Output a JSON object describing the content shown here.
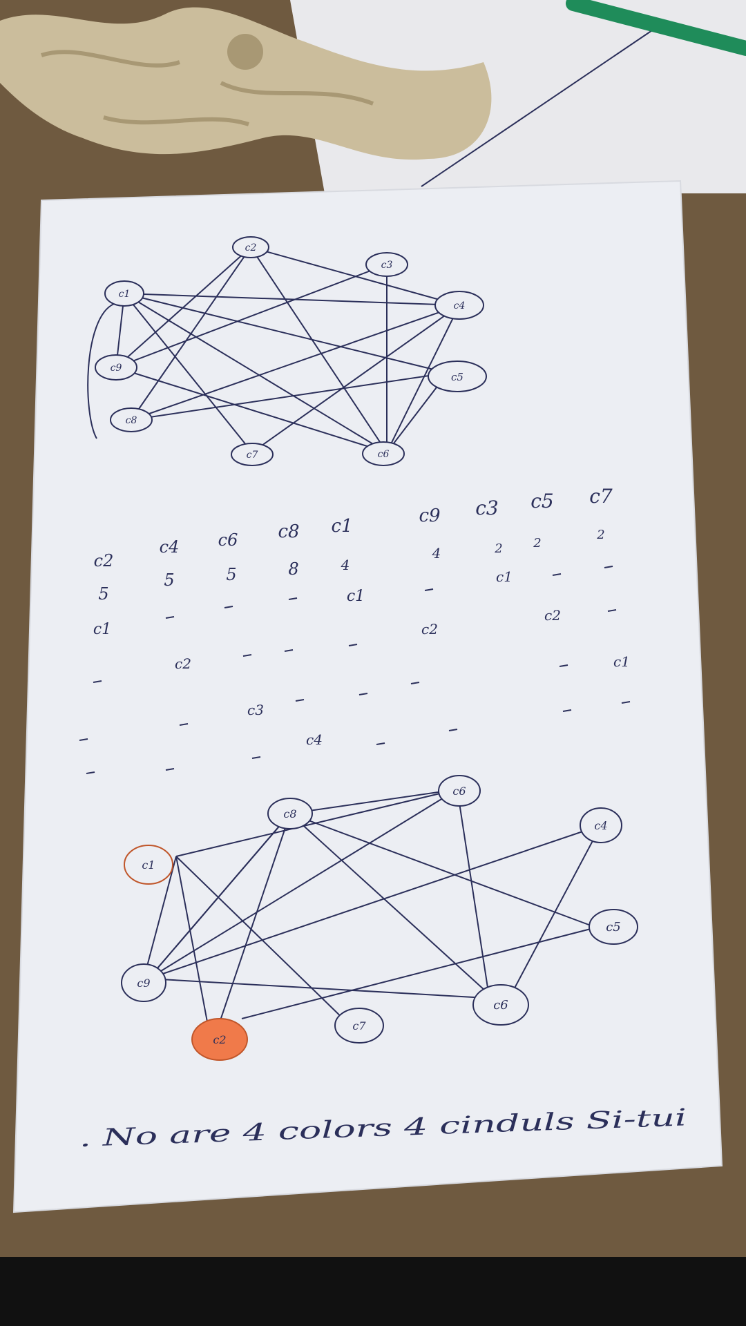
{
  "photo": {
    "subject": "handwritten graph coloring notes on paper",
    "highlight_color": "#f07a4a",
    "ink_color": "#2b2f5a"
  },
  "graph_top": {
    "nodes": [
      {
        "id": "n-c2",
        "label": "c2"
      },
      {
        "id": "n-c3",
        "label": "c3"
      },
      {
        "id": "n-c1",
        "label": "c1"
      },
      {
        "id": "n-c4",
        "label": "c4"
      },
      {
        "id": "n-c9",
        "label": "c9"
      },
      {
        "id": "n-c5",
        "label": "c5"
      },
      {
        "id": "n-c8",
        "label": "c8"
      },
      {
        "id": "n-c7",
        "label": "c7"
      },
      {
        "id": "n-c6",
        "label": "c6"
      }
    ]
  },
  "table": {
    "headers": [
      "c2",
      "c4",
      "c6",
      "c8",
      "c1",
      "c9",
      "c3",
      "c5",
      "c7"
    ],
    "degrees": [
      "5",
      "5",
      "5",
      "8",
      "4",
      "4",
      "2",
      "2",
      "2"
    ],
    "marks": [
      "c1",
      "c1",
      "c2",
      "c1",
      "c2",
      "c1",
      "c3",
      "c4"
    ]
  },
  "graph_bottom": {
    "nodes": [
      {
        "id": "b-c8",
        "label": "c8"
      },
      {
        "id": "b-c6",
        "label": "c6"
      },
      {
        "id": "b-c4",
        "label": "c4"
      },
      {
        "id": "b-c1",
        "label": "c1"
      },
      {
        "id": "b-c5",
        "label": "c5"
      },
      {
        "id": "b-c9",
        "label": "c9"
      },
      {
        "id": "b-c6b",
        "label": "c6"
      },
      {
        "id": "b-c7",
        "label": "c7"
      },
      {
        "id": "b-c2",
        "label": "c2"
      }
    ]
  },
  "footer_note": ". No are 4 colors 4 cinduls Si-tui"
}
